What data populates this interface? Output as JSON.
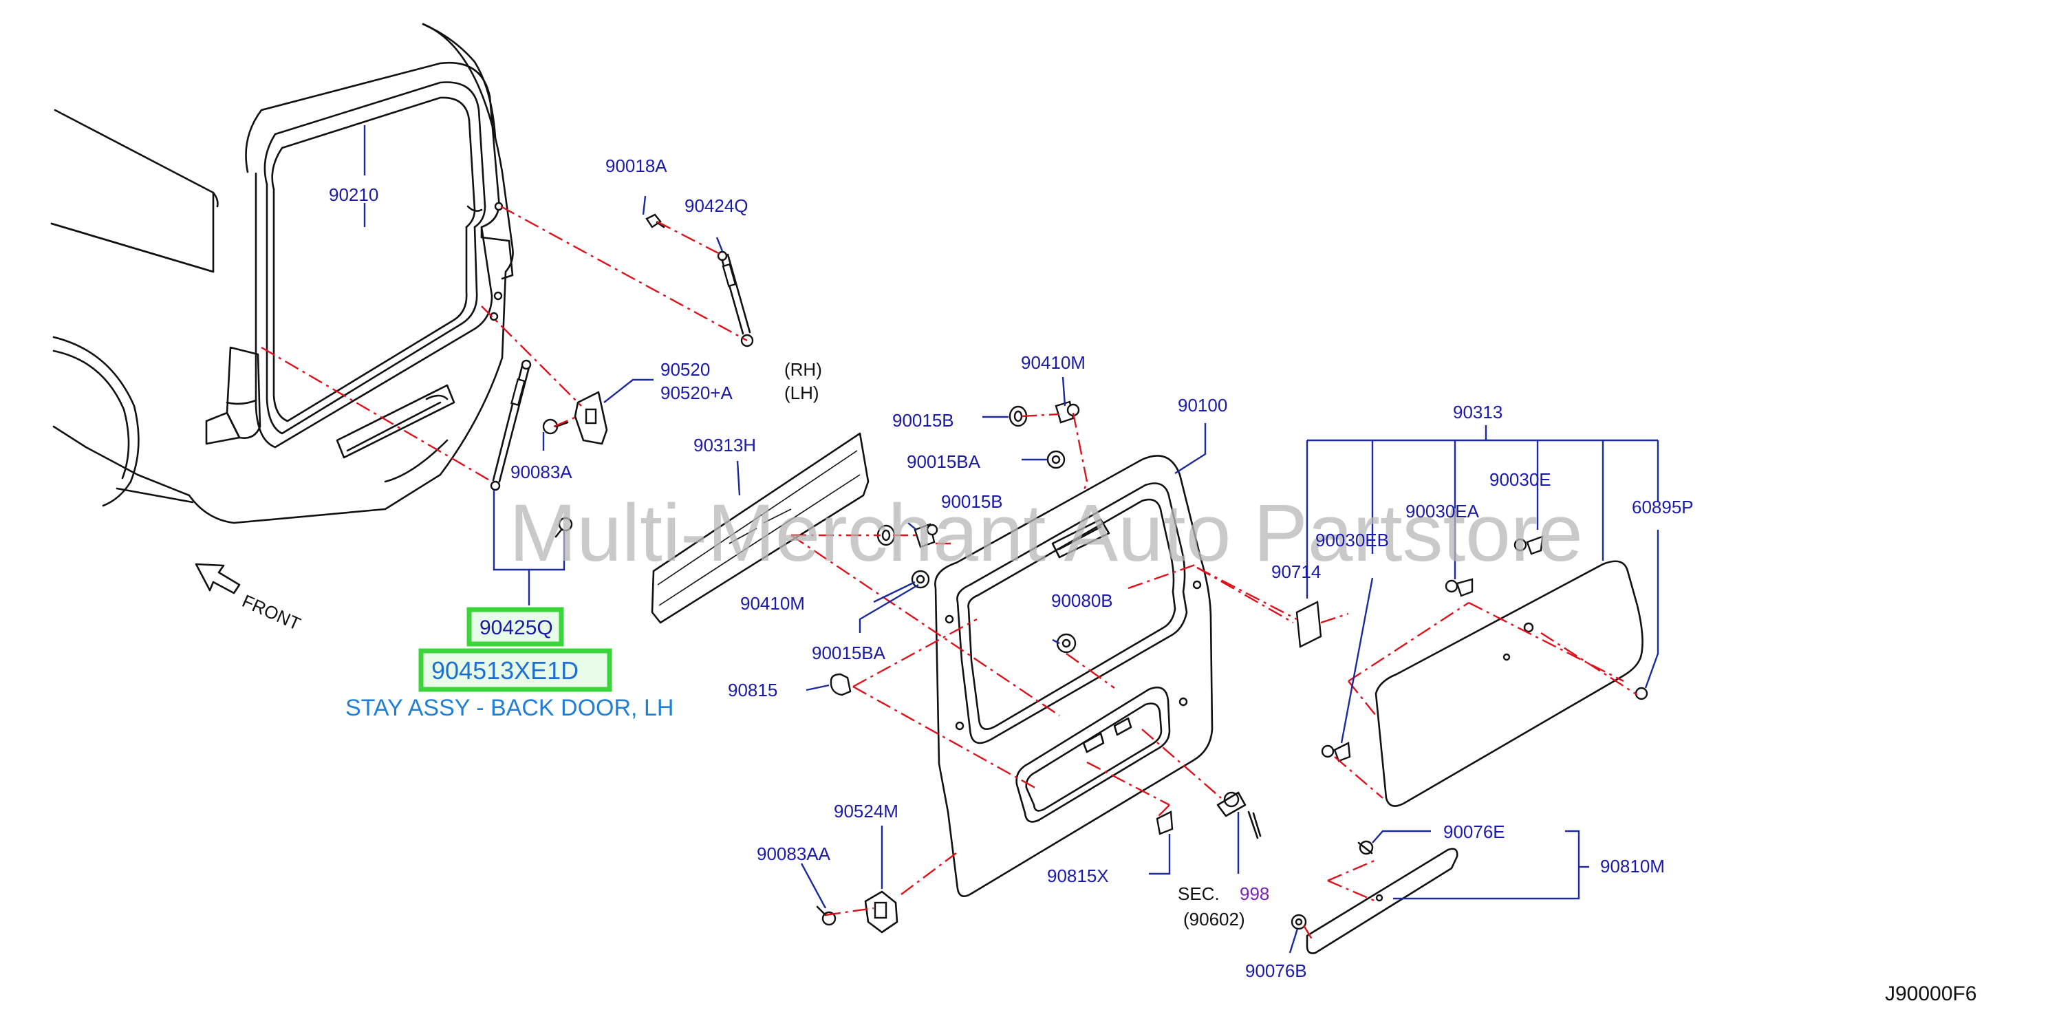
{
  "labels": {
    "l90210": "90210",
    "l90018A": "90018A",
    "l90424Q": "90424Q",
    "l90520": "90520",
    "l90520A": "90520+A",
    "rh": "(RH)",
    "lh": "(LH)",
    "l90083A": "90083A",
    "l90313H": "90313H",
    "l90410M_top": "90410M",
    "l90015B_top": "90015B",
    "l90015BA_top": "90015BA",
    "l90100": "90100",
    "l90313": "90313",
    "l90030E": "90030E",
    "l90030EA": "90030EA",
    "l90030EB": "90030EB",
    "l60895P": "60895P",
    "l90714": "90714",
    "l90015B_mid": "90015B",
    "l90410M_mid": "90410M",
    "l90080B": "90080B",
    "l90015BA_mid": "90015BA",
    "l90815": "90815",
    "l90524M": "90524M",
    "l90083AA": "90083AA",
    "l90815X": "90815X",
    "sec": "SEC.",
    "sec_num": "998",
    "sec_ref": "(90602)",
    "l90076E": "90076E",
    "l90810M": "90810M",
    "l90076B": "90076B",
    "front": "FRONT",
    "l90425Q": "90425Q",
    "l904513XE1D": "904513XE1D",
    "desc": "STAY ASSY - BACK DOOR, LH",
    "watermark": "Multi-Merchant Auto Partstore",
    "diagram_code": "J90000F6"
  },
  "colors": {
    "label_blue": "#1a1aa8",
    "highlight_green": "#3bd43b",
    "description_blue": "#1f7fd6",
    "dash_red": "#e0101a",
    "section_purple": "#7a22b8"
  }
}
